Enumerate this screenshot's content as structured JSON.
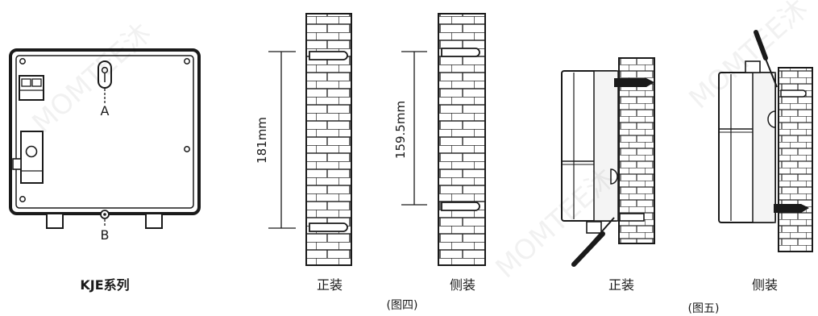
{
  "labels": {
    "series_name": "KJE系列",
    "point_a": "A",
    "point_b": "B",
    "dim_front": "181mm",
    "dim_side": "159.5mm",
    "front_mount": "正装",
    "side_mount": "侧装",
    "fig4": "(图四)",
    "fig5_front": "正装",
    "fig5_side": "侧装",
    "fig5": "(图五)"
  },
  "watermark": "MOMTEE沐"
}
